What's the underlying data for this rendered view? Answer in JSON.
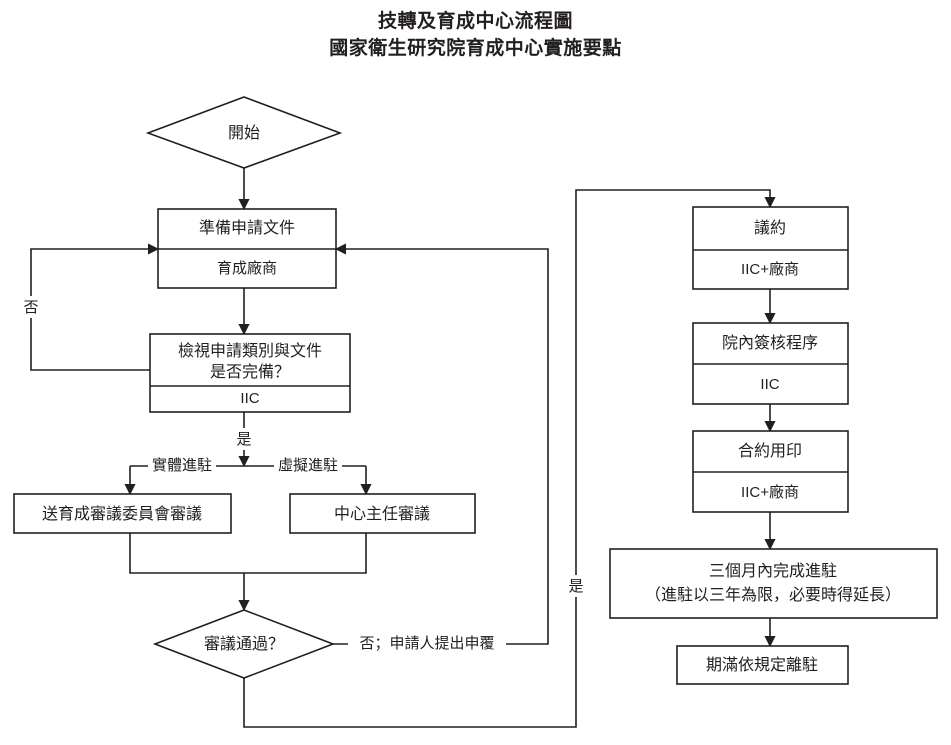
{
  "title": {
    "line1": "技轉及育成中心流程圖",
    "line2": "國家衛生研究院育成中心實施要點"
  },
  "nodes": {
    "start": {
      "label": "開始"
    },
    "prepare": {
      "label": "準備申請文件",
      "role": "育成廠商"
    },
    "review_docs": {
      "label_line1": "檢視申請類別與文件",
      "label_line2": "是否完備？",
      "role": "IIC"
    },
    "committee": {
      "label": "送育成審議委員會審議"
    },
    "director": {
      "label": "中心主任審議"
    },
    "approved": {
      "label": "審議通過？"
    },
    "negotiate": {
      "label": "議約",
      "role": "IIC+廠商"
    },
    "internal_sign": {
      "label": "院內簽核程序",
      "role": "IIC"
    },
    "contract_seal": {
      "label": "合約用印",
      "role": "IIC+廠商"
    },
    "move_in": {
      "label_line1": "三個月內完成進駐",
      "label_line2": "（進駐以三年為限，必要時得延長）"
    },
    "move_out": {
      "label": "期滿依規定離駐"
    }
  },
  "edges": {
    "docs_no": "否",
    "docs_yes": "是",
    "physical": "實體進駐",
    "virtual": "虛擬進駐",
    "appeal": "否；申請人提出申覆",
    "approved_yes": "是"
  },
  "colors": {
    "stroke": "#231f20",
    "fill": "#ffffff",
    "background": "#ffffff"
  },
  "chart_data": {
    "type": "diagram",
    "title": "技轉及育成中心流程圖 國家衛生研究院育成中心實施要點",
    "node_count": 11,
    "flow": [
      "開始 → 準備申請文件(育成廠商)",
      "準備申請文件 → 檢視申請類別與文件是否完備？(IIC)",
      "檢視申請類別與文件是否完備？ --否--> 準備申請文件",
      "檢視申請類別與文件是否完備？ --是--> 分流",
      "分流 --實體進駐--> 送育成審議委員會審議",
      "分流 --虛擬進駐--> 中心主任審議",
      "送育成審議委員會審議 → 審議通過？",
      "中心主任審議 → 審議通過？",
      "審議通過？ --否；申請人提出申覆--> 準備申請文件",
      "審議通過？ --是--> 議約(IIC+廠商)",
      "議約 → 院內簽核程序(IIC)",
      "院內簽核程序 → 合約用印(IIC+廠商)",
      "合約用印 → 三個月內完成進駐（進駐以三年為限，必要時得延長）",
      "三個月內完成進駐 → 期滿依規定離駐"
    ]
  }
}
